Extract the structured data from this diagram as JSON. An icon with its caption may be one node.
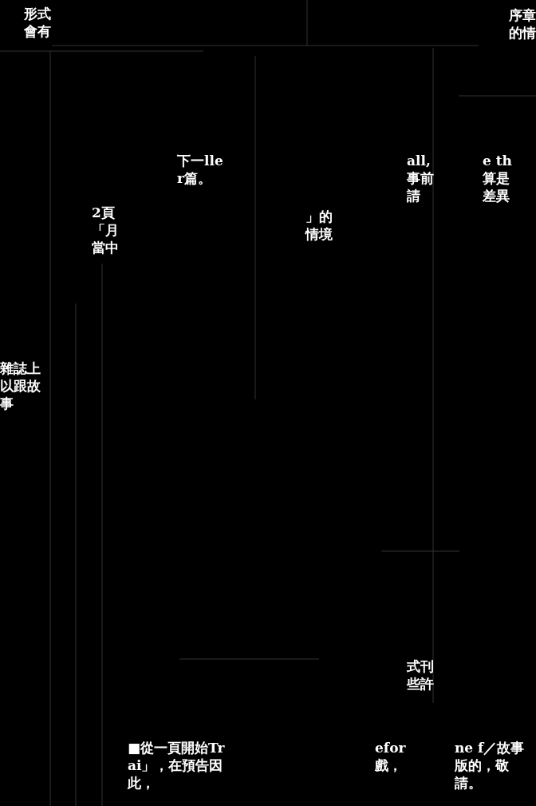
{
  "diagram": {
    "labels": [
      "形式會有",
      "序章的情",
      "下一ller篇。",
      "2頁「月當中",
      "」的情境",
      "all,事前請",
      "e th算是差異",
      "雜誌上以跟故事",
      "式刊些許",
      "■從一頁開始Trai」，在預告因此，",
      "efor戲，",
      "ne f／故事版的，敬請。"
    ]
  }
}
